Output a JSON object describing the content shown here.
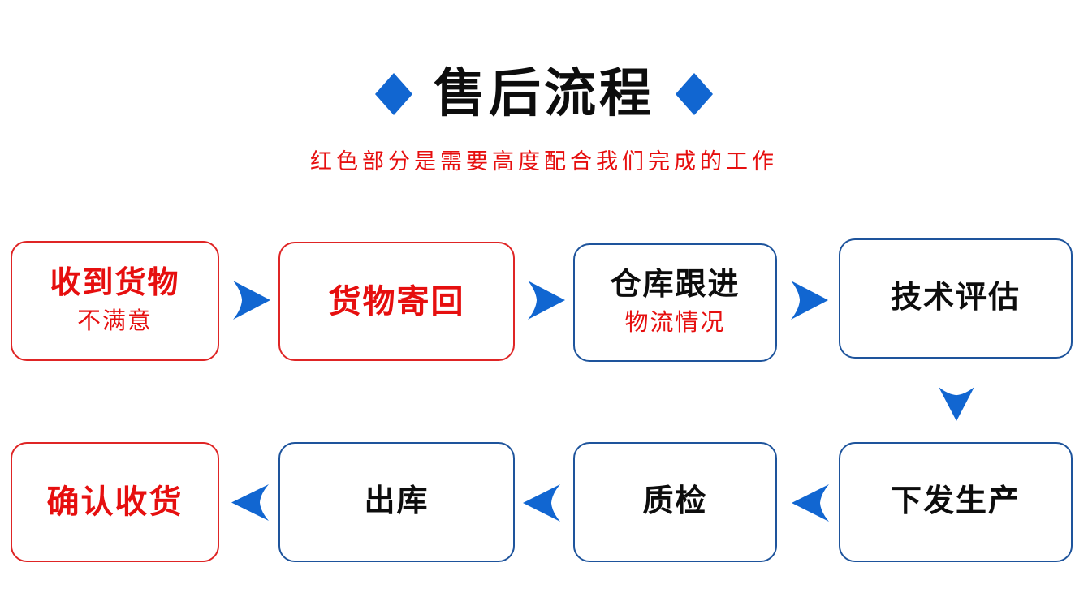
{
  "colors": {
    "background": "#ffffff",
    "blue": "#1166d1",
    "blue_border": "#1e549c",
    "red": "#e60f0f",
    "red_border": "#df2525",
    "text": "#0d0d0d"
  },
  "icons": {
    "title_decoration_left": "diamond-icon",
    "title_decoration_right": "diamond-icon",
    "flow_forward": "arrow-right-icon",
    "flow_down": "arrow-down-icon",
    "flow_backward": "arrow-left-icon"
  },
  "header": {
    "title": "售后流程",
    "subtitle": "红色部分是需要高度配合我们完成的工作"
  },
  "flow": {
    "row1": [
      {
        "id": "receive-goods",
        "title": "收到货物",
        "subtitle": "不满意",
        "style": "red"
      },
      {
        "id": "send-goods-back",
        "title": "货物寄回",
        "subtitle": "",
        "style": "red"
      },
      {
        "id": "warehouse-follow-up",
        "title": "仓库跟进",
        "subtitle": "物流情况",
        "style": "blue"
      },
      {
        "id": "technical-evaluation",
        "title": "技术评估",
        "subtitle": "",
        "style": "blue"
      }
    ],
    "row2": [
      {
        "id": "confirm-receipt",
        "title": "确认收货",
        "style": "red"
      },
      {
        "id": "outbound-shipping",
        "title": "出库",
        "style": "blue"
      },
      {
        "id": "quality-inspection",
        "title": "质检",
        "style": "blue"
      },
      {
        "id": "issue-to-production",
        "title": "下发生产",
        "style": "blue"
      }
    ]
  }
}
